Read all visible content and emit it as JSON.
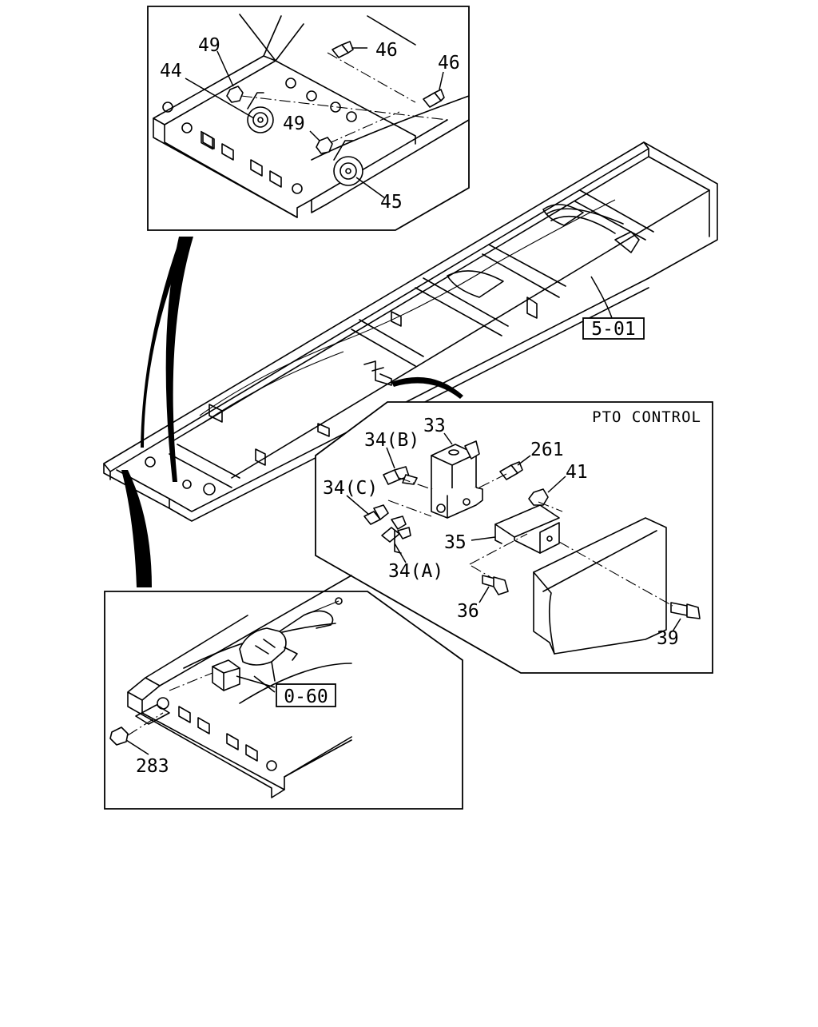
{
  "diagram": {
    "main": {
      "ref_label": "5-01"
    },
    "horn_detail": {
      "labels": {
        "p49_top": "49",
        "p46_top": "46",
        "p46_right": "46",
        "p44": "44",
        "p49_mid": "49",
        "p45": "45"
      }
    },
    "pto_detail": {
      "title": "PTO CONTROL",
      "labels": {
        "p33": "33",
        "p34b": "34(B)",
        "p261": "261",
        "p41": "41",
        "p34c": "34(C)",
        "p35": "35",
        "p34a": "34(A)",
        "p36": "36",
        "p39": "39"
      }
    },
    "lower_detail": {
      "ref_label": "0-60",
      "labels": {
        "p283": "283"
      }
    }
  }
}
